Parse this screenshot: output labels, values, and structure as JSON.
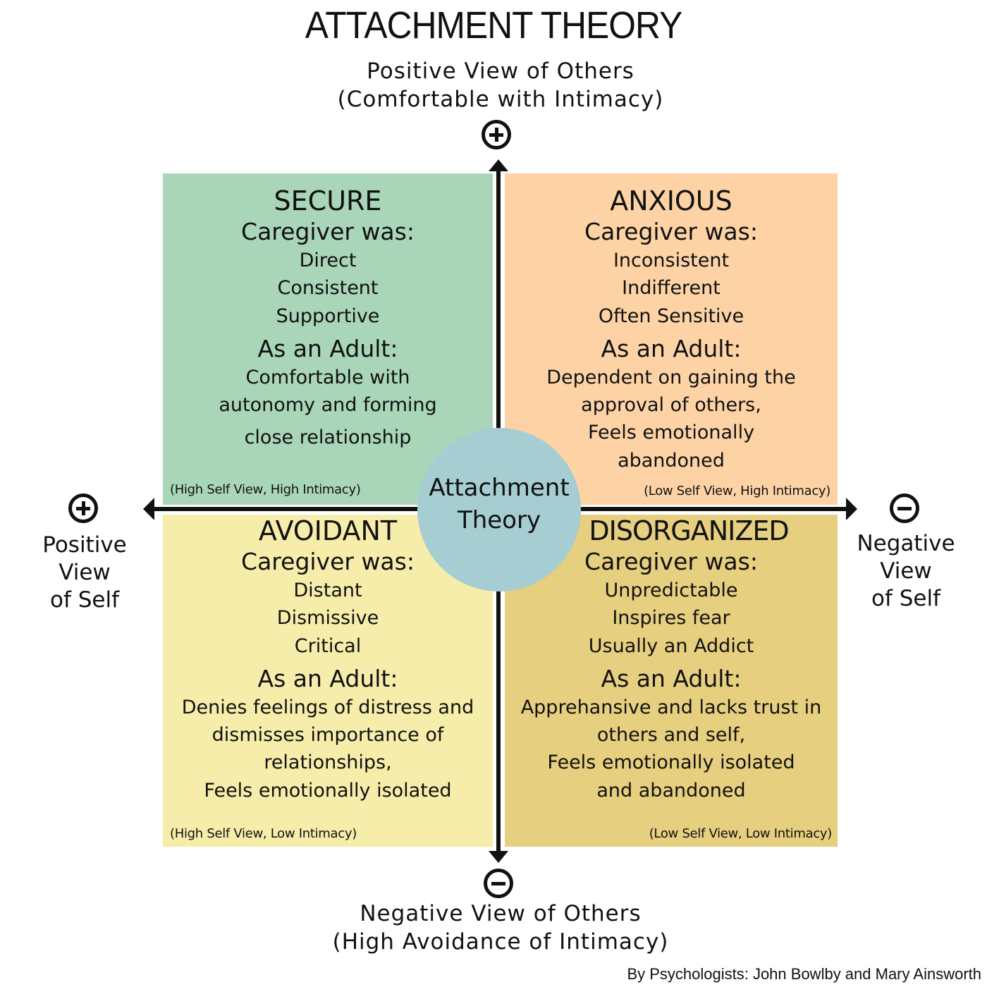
{
  "title": "ATTACHMENT THEORY",
  "axes": {
    "top": {
      "line1": "Positive View of Others",
      "line2": "(Comfortable with Intimacy)",
      "sign": "plus-icon"
    },
    "bottom": {
      "line1": "Negative View of Others",
      "line2": "(High Avoidance of Intimacy)",
      "sign": "minus-icon"
    },
    "left": {
      "line1": "Positive",
      "line2": "View",
      "line3": "of Self",
      "sign": "plus-icon"
    },
    "right": {
      "line1": "Negative",
      "line2": "View",
      "line3": "of Self",
      "sign": "minus-icon"
    }
  },
  "center": {
    "line1": "Attachment",
    "line2": "Theory",
    "color": "#a6cdd2"
  },
  "quadrants": {
    "secure": {
      "color": "#a9d5b9",
      "title": "SECURE",
      "caregiver_heading": "Caregiver was:",
      "caregiver": [
        "Direct",
        "Consistent",
        "Supportive"
      ],
      "adult_heading": "As an Adult:",
      "adult": [
        "Comfortable with",
        "autonomy and forming",
        "close relationship"
      ],
      "footnote": "(High Self View, High Intimacy)"
    },
    "anxious": {
      "color": "#fdd3a6",
      "title": "ANXIOUS",
      "caregiver_heading": "Caregiver was:",
      "caregiver": [
        "Inconsistent",
        "Indifferent",
        "Often Sensitive"
      ],
      "adult_heading": "As an Adult:",
      "adult": [
        "Dependent on gaining the",
        "approval of others,",
        "Feels emotionally",
        "abandoned"
      ],
      "footnote": "(Low Self View, High Intimacy)"
    },
    "avoidant": {
      "color": "#f7edaa",
      "title": "AVOIDANT",
      "caregiver_heading": "Caregiver was:",
      "caregiver": [
        "Distant",
        "Dismissive",
        "Critical"
      ],
      "adult_heading": "As an Adult:",
      "adult": [
        "Denies feelings of distress and",
        "dismisses importance of",
        "relationships,",
        "Feels emotionally isolated"
      ],
      "footnote": "(High Self View, Low Intimacy)"
    },
    "disorganized": {
      "color": "#e6cf7e",
      "title": "DISORGANIZED",
      "caregiver_heading": "Caregiver was:",
      "caregiver": [
        "Unpredictable",
        "Inspires fear",
        "Usually an Addict"
      ],
      "adult_heading": "As an Adult:",
      "adult": [
        "Apprehansive and lacks trust in",
        "others and self,",
        "Feels emotionally isolated",
        "and abandoned"
      ],
      "footnote": "(Low Self View, Low Intimacy)"
    }
  },
  "credit": "By Psychologists: John Bowlby and Mary Ainsworth"
}
